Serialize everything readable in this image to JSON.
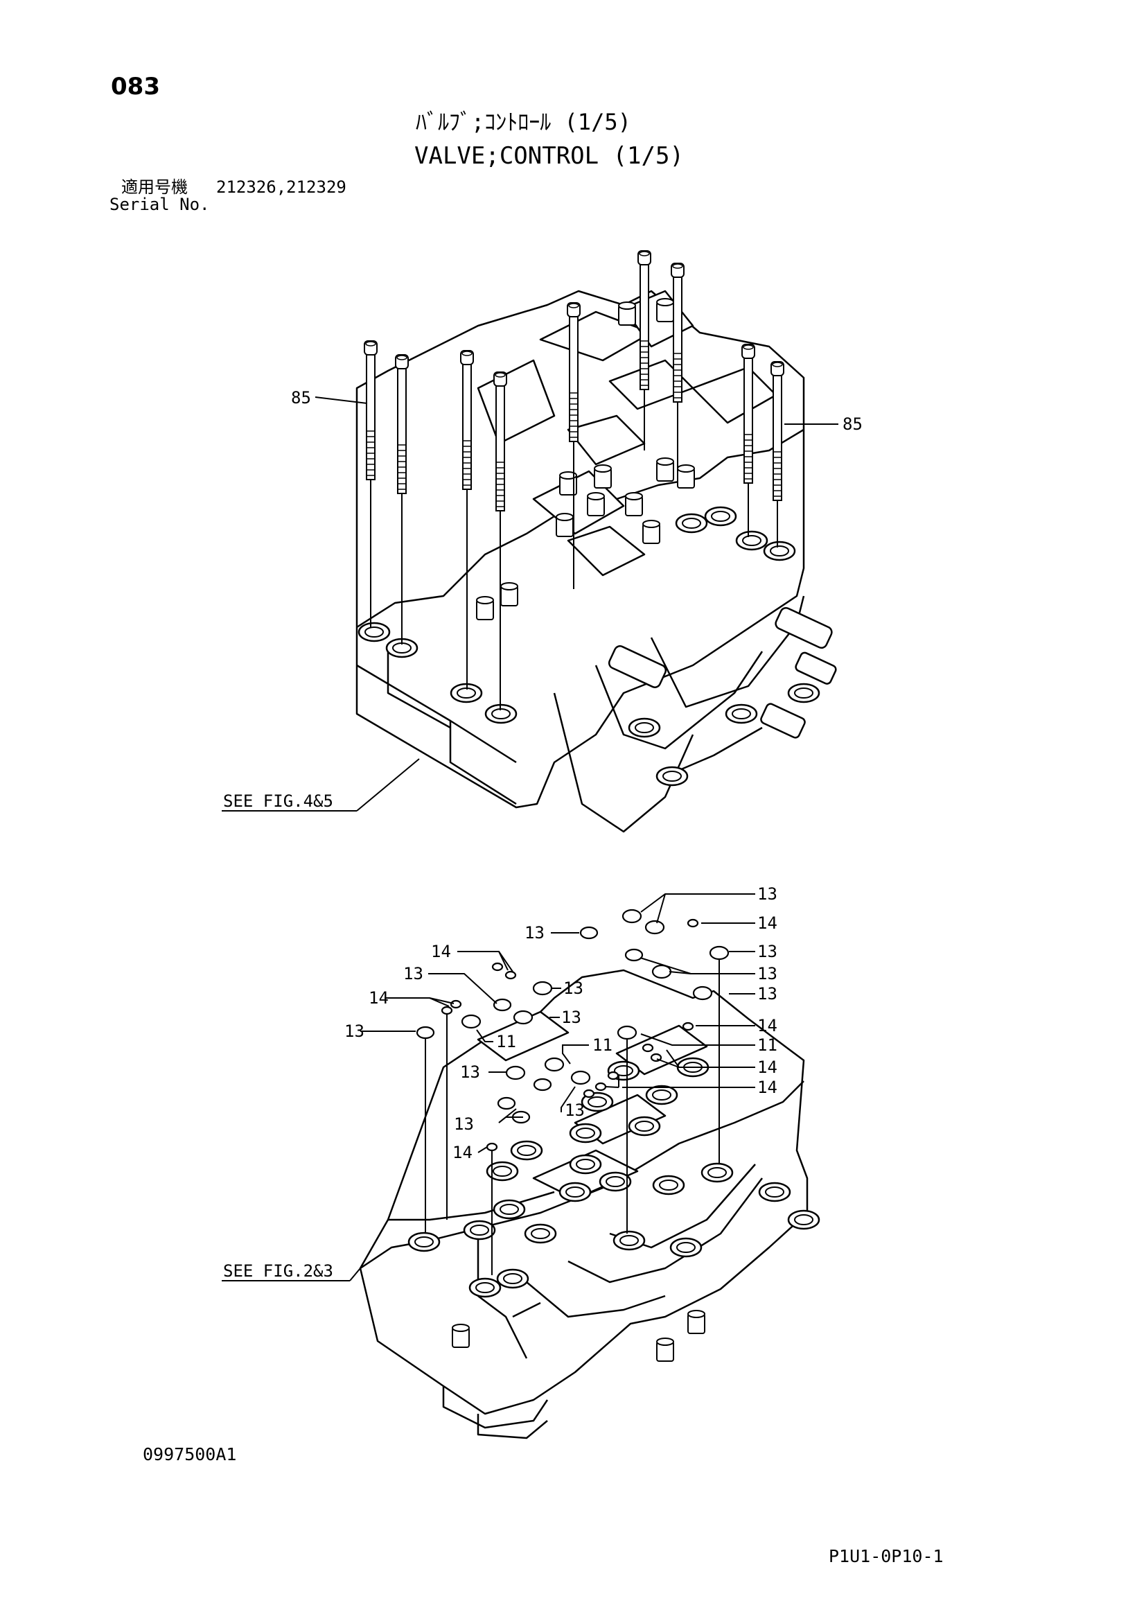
{
  "header": {
    "page_number": "083",
    "title_jp": "ﾊﾞﾙﾌﾞ;ｺﾝﾄﾛｰﾙ (1/5)",
    "title_en": "VALVE;CONTROL (1/5)"
  },
  "serial": {
    "label_jp": "適用号機",
    "values": "212326,212329",
    "label_en": "Serial No."
  },
  "callouts": {
    "bolt_left": "85",
    "bolt_right": "85",
    "see_fig_top": "SEE FIG.4&5",
    "see_fig_bottom": "SEE FIG.2&3",
    "p13": "13",
    "p14": "14",
    "p11": "11"
  },
  "footer": {
    "figure_code": "0997500A1",
    "sheet_code": "P1U1-0P10-1"
  }
}
